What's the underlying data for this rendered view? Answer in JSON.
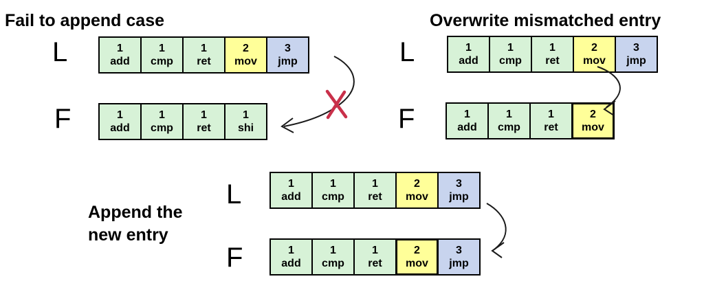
{
  "colors": {
    "cell_green": "#d7f2d7",
    "cell_yellow": "#ffff99",
    "cell_blue": "#c8d4ee",
    "cell_border": "#000000",
    "arrow": "#1a1a1a",
    "x_mark": "#c9304a"
  },
  "sections": [
    {
      "id": "fail-to-append",
      "title": "Fail to append case",
      "rows": [
        {
          "label": "L",
          "cells": [
            {
              "count": "1",
              "op": "add",
              "bg": "#d7f2d7"
            },
            {
              "count": "1",
              "op": "cmp",
              "bg": "#d7f2d7"
            },
            {
              "count": "1",
              "op": "ret",
              "bg": "#d7f2d7"
            },
            {
              "count": "2",
              "op": "mov",
              "bg": "#ffff99"
            },
            {
              "count": "3",
              "op": "jmp",
              "bg": "#c8d4ee"
            }
          ]
        },
        {
          "label": "F",
          "cells": [
            {
              "count": "1",
              "op": "add",
              "bg": "#d7f2d7"
            },
            {
              "count": "1",
              "op": "cmp",
              "bg": "#d7f2d7"
            },
            {
              "count": "1",
              "op": "ret",
              "bg": "#d7f2d7"
            },
            {
              "count": "1",
              "op": "shi",
              "bg": "#d7f2d7"
            }
          ]
        }
      ]
    },
    {
      "id": "overwrite-mismatched",
      "title": "Overwrite mismatched entry",
      "rows": [
        {
          "label": "L",
          "cells": [
            {
              "count": "1",
              "op": "add",
              "bg": "#d7f2d7"
            },
            {
              "count": "1",
              "op": "cmp",
              "bg": "#d7f2d7"
            },
            {
              "count": "1",
              "op": "ret",
              "bg": "#d7f2d7"
            },
            {
              "count": "2",
              "op": "mov",
              "bg": "#ffff99"
            },
            {
              "count": "3",
              "op": "jmp",
              "bg": "#c8d4ee"
            }
          ]
        },
        {
          "label": "F",
          "cells": [
            {
              "count": "1",
              "op": "add",
              "bg": "#d7f2d7"
            },
            {
              "count": "1",
              "op": "cmp",
              "bg": "#d7f2d7"
            },
            {
              "count": "1",
              "op": "ret",
              "bg": "#d7f2d7"
            },
            {
              "count": "2",
              "op": "mov",
              "bg": "#ffff99",
              "emphasis": true
            }
          ]
        }
      ]
    },
    {
      "id": "append-new-entry",
      "title_lines": [
        "Append the",
        "new entry"
      ],
      "rows": [
        {
          "label": "L",
          "cells": [
            {
              "count": "1",
              "op": "add",
              "bg": "#d7f2d7"
            },
            {
              "count": "1",
              "op": "cmp",
              "bg": "#d7f2d7"
            },
            {
              "count": "1",
              "op": "ret",
              "bg": "#d7f2d7"
            },
            {
              "count": "2",
              "op": "mov",
              "bg": "#ffff99"
            },
            {
              "count": "3",
              "op": "jmp",
              "bg": "#c8d4ee"
            }
          ]
        },
        {
          "label": "F",
          "cells": [
            {
              "count": "1",
              "op": "add",
              "bg": "#d7f2d7"
            },
            {
              "count": "1",
              "op": "cmp",
              "bg": "#d7f2d7"
            },
            {
              "count": "1",
              "op": "ret",
              "bg": "#d7f2d7"
            },
            {
              "count": "2",
              "op": "mov",
              "bg": "#ffff99",
              "emphasis": true
            },
            {
              "count": "3",
              "op": "jmp",
              "bg": "#c8d4ee"
            }
          ]
        }
      ]
    }
  ]
}
